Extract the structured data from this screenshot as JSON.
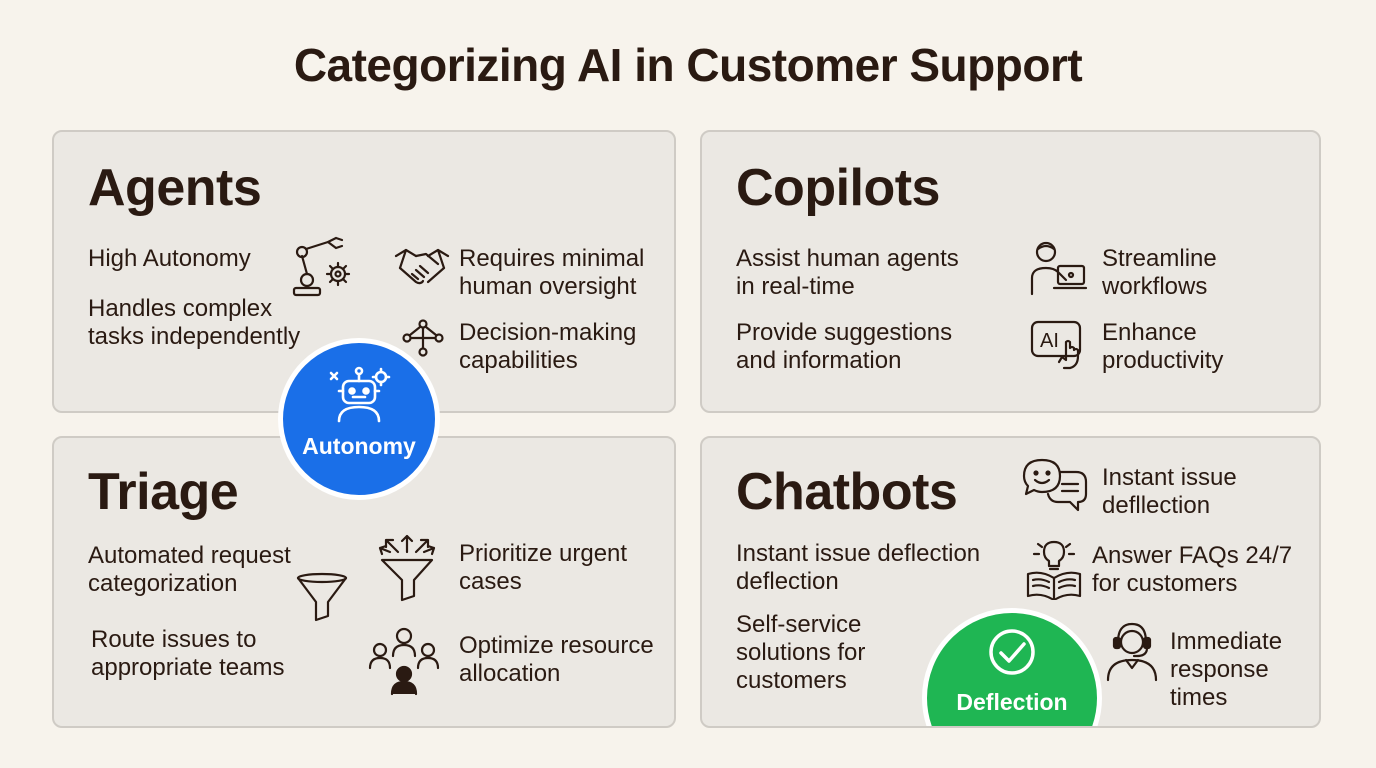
{
  "title": "Categorizing AI in Customer Support",
  "colors": {
    "autonomy_badge": "#1a6fe8",
    "deflection_badge": "#1fb653",
    "panel_bg": "#ebe8e3",
    "page_bg": "#f7f3ec"
  },
  "agents": {
    "heading": "Agents",
    "high_autonomy": "High Autonomy",
    "complex_tasks": "Handles complex\ntasks independently",
    "minimal_oversight": "Requires minimal\nhuman oversight",
    "decision_making": "Decision-making\ncapabilities",
    "icons": [
      "robotic-arm-icon",
      "handshake-icon",
      "decision-tree-icon"
    ]
  },
  "copilots": {
    "heading": "Copilots",
    "assist": "Assist human agents\nin real-time",
    "suggestions": "Provide suggestions\nand information",
    "streamline": "Streamline\nworkflows",
    "productivity": "Enhance\nproductivity",
    "ai_icon_text": "AI",
    "icons": [
      "person-laptop-icon",
      "ai-click-icon"
    ]
  },
  "triage": {
    "heading": "Triage",
    "categorization": "Automated request\ncategorization",
    "route": "Route issues to\nappropriate teams",
    "prioritize": "Prioritize urgent\ncases",
    "optimize": "Optimize resource\nallocation",
    "icons": [
      "funnel-icon",
      "funnel-arrows-icon",
      "team-icon"
    ]
  },
  "chatbots": {
    "heading": "Chatbots",
    "deflection_top": "Instant issue\ndefllection",
    "deflection_left": "Instant issue deflection\ndeflection",
    "self_service": "Self-service\nsolutions for\ncustomers",
    "faqs": "Answer FAQs 24/7\nfor customers",
    "immediate": "Immediate\nresponse\ntimes",
    "icons": [
      "chat-bubbles-icon",
      "lightbulb-book-icon",
      "headset-agent-icon"
    ]
  },
  "badges": {
    "autonomy": "Autonomy",
    "deflection": "Deflection"
  }
}
